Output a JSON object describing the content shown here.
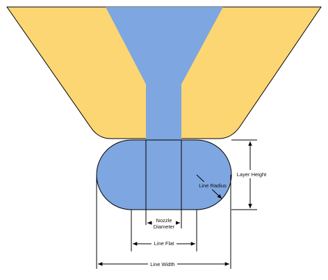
{
  "labels": {
    "layer_height": "Layer Height",
    "line_radius": "Line Radius",
    "nozzle_diameter_line1": "Nozzle",
    "nozzle_diameter_line2": "Diameter",
    "line_flat": "Line Flat",
    "line_width": "Line Width"
  },
  "colors": {
    "nozzle_body": "#fcd672",
    "filament": "#7ea6e0",
    "outline": "#000000",
    "background": "#ffffff"
  }
}
